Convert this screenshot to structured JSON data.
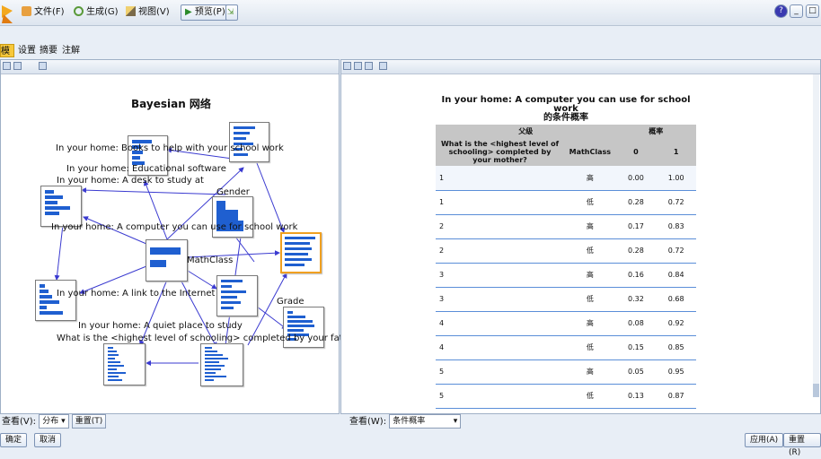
{
  "menu": {
    "file": "文件(F)",
    "generate": "生成(G)",
    "view": "视图(V)",
    "preview": "预览(P)"
  },
  "window_buttons": [
    "?",
    "_",
    "□"
  ],
  "tabs": [
    "模型",
    "设置",
    "摘要",
    "注解"
  ],
  "network": {
    "title": "Bayesian 网络",
    "labels": {
      "books": "In your home: Books to help with your school work",
      "software": "In your home: Educational software",
      "desk": "In your home: A desk to study at",
      "gender": "Gender",
      "computer": "In your home: A computer you can use for school work",
      "mathclass": "MathClass",
      "internet": "In your home: A link to the Internet",
      "grade": "Grade",
      "quiet": "In your home: A quiet place to study",
      "father": "What is the <highest level of schooling> completed by your father?"
    }
  },
  "table": {
    "title_line1": "In your home: A computer you can use for school work",
    "title_line2": "的条件概率",
    "parent_header": "父级",
    "prob_header": "概率",
    "col_mother": "What is the <highest level of schooling> completed by your mother?",
    "col_math": "MathClass",
    "col_0": "0",
    "col_1": "1",
    "rows": [
      {
        "mother": "1",
        "math": "高",
        "p0": "0.00",
        "p1": "1.00"
      },
      {
        "mother": "1",
        "math": "低",
        "p0": "0.28",
        "p1": "0.72"
      },
      {
        "mother": "2",
        "math": "高",
        "p0": "0.17",
        "p1": "0.83"
      },
      {
        "mother": "2",
        "math": "低",
        "p0": "0.28",
        "p1": "0.72"
      },
      {
        "mother": "3",
        "math": "高",
        "p0": "0.16",
        "p1": "0.84"
      },
      {
        "mother": "3",
        "math": "低",
        "p0": "0.32",
        "p1": "0.68"
      },
      {
        "mother": "4",
        "math": "高",
        "p0": "0.08",
        "p1": "0.92"
      },
      {
        "mother": "4",
        "math": "低",
        "p0": "0.15",
        "p1": "0.85"
      },
      {
        "mother": "5",
        "math": "高",
        "p0": "0.05",
        "p1": "0.95"
      },
      {
        "mother": "5",
        "math": "低",
        "p0": "0.13",
        "p1": "0.87"
      }
    ]
  },
  "left_bottom": {
    "view_label": "查看(V):",
    "view_value": "分布",
    "reset": "重置(T)"
  },
  "right_bottom": {
    "view_label": "查看(W):",
    "view_value": "条件概率"
  },
  "footer": {
    "ok": "确定",
    "cancel": "取消",
    "apply": "应用(A)",
    "reset": "重置(R)"
  },
  "colors": {
    "accent": "#f7c83b",
    "bar": "#1f5fd0",
    "edge": "#3a3ad0",
    "rowline": "#5a8ed8",
    "selected": "#f0a020"
  }
}
